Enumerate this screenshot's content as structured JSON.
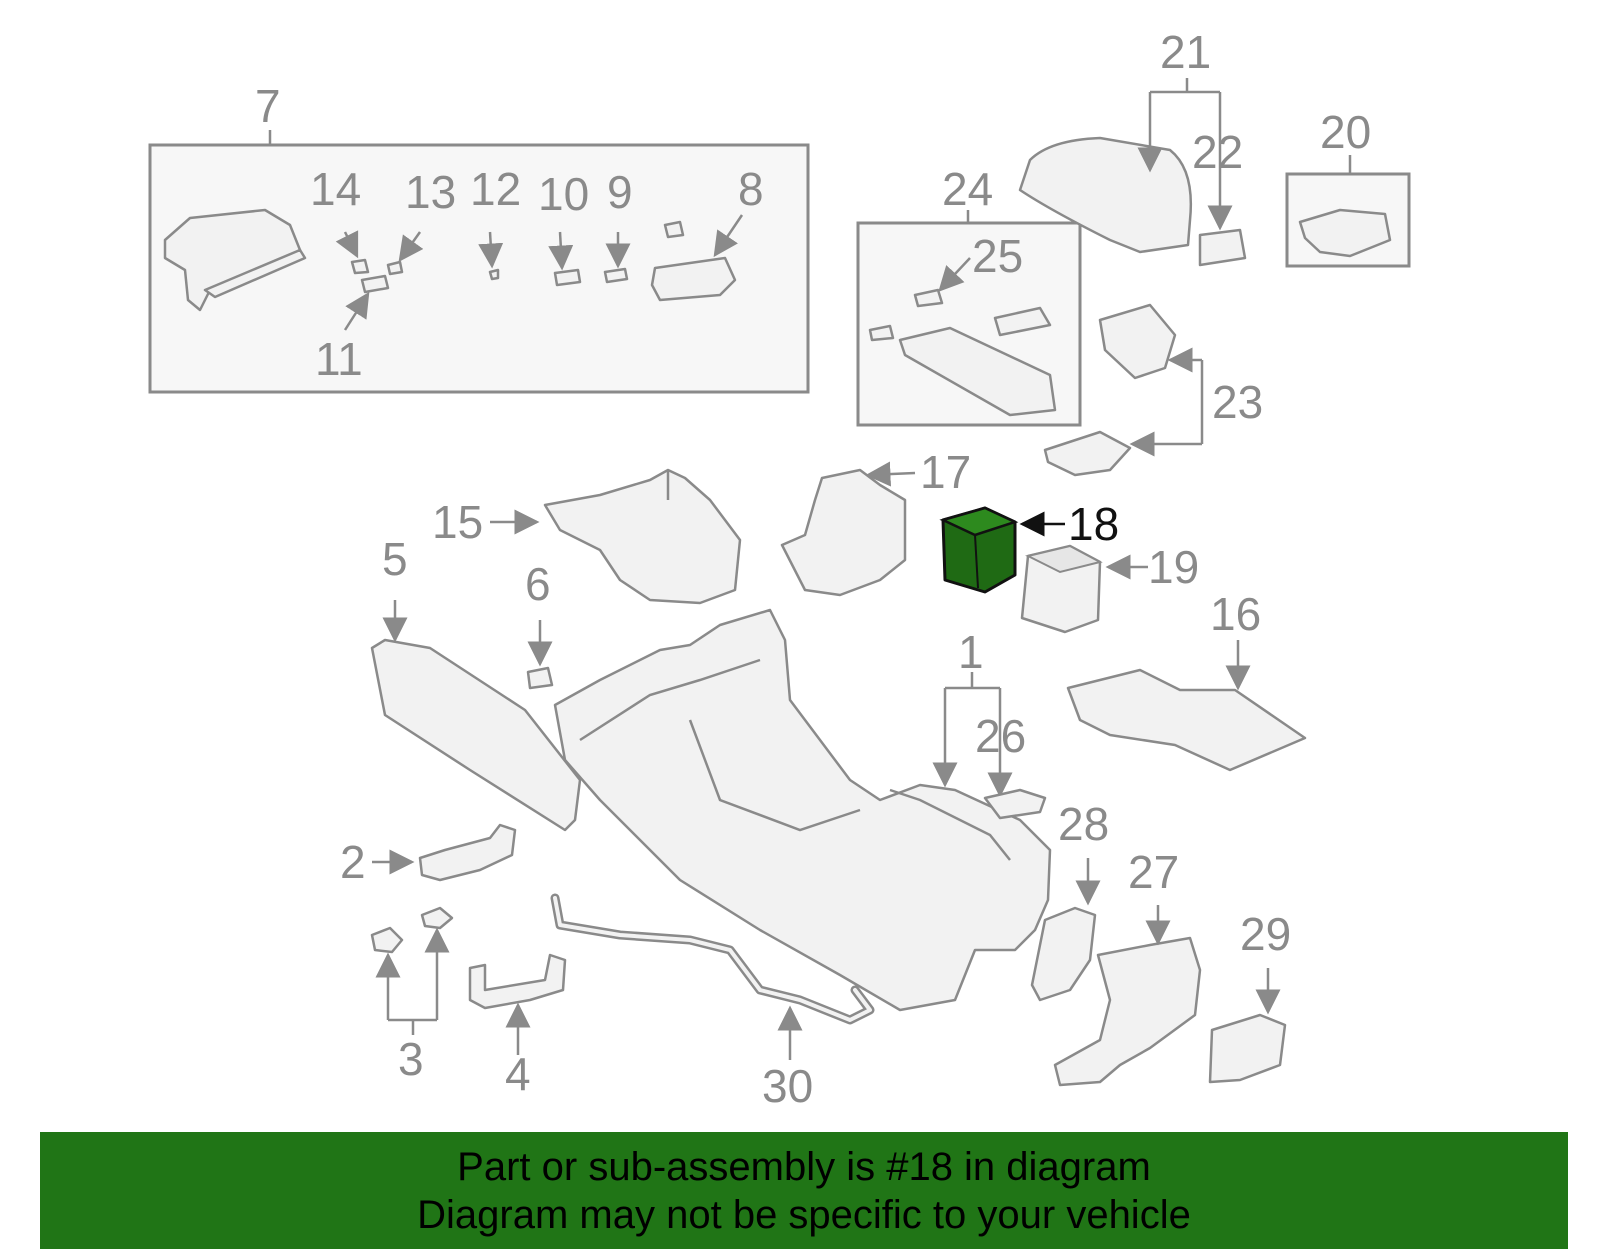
{
  "diagram": {
    "callouts": [
      "7",
      "14",
      "13",
      "12",
      "10",
      "9",
      "8",
      "11",
      "21",
      "22",
      "20",
      "24",
      "25",
      "23",
      "17",
      "15",
      "18",
      "19",
      "16",
      "5",
      "6",
      "1",
      "26",
      "2",
      "28",
      "27",
      "29",
      "3",
      "4",
      "30"
    ],
    "highlighted_part": "18",
    "highlight_color": "#1f6a14",
    "line_color": "#8a8a8a"
  },
  "banner": {
    "line1": "Part or sub-assembly is #18 in diagram",
    "line2": "Diagram may not be specific to your vehicle",
    "background": "#207516"
  }
}
